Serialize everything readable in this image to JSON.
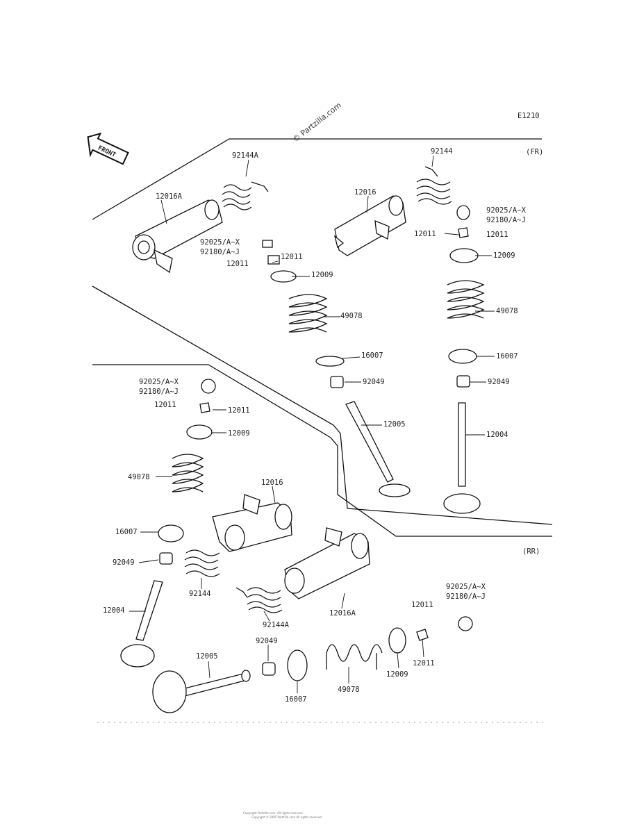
{
  "diagram": {
    "code": "E1210",
    "watermark": "© Partzilla.com",
    "front_label": "FRONT",
    "section_fr": "(FR)",
    "section_rr": "(RR)",
    "footer": {
      "line1": "Copyright Partzilla.com. All rights reserved.",
      "line2": "Copyright © 2005 Partzilla.com All rights reserved."
    },
    "labels": {
      "fr_12016A": "12016A",
      "fr_92144A": "92144A",
      "fr_92025_ax_l": "92025/A~X",
      "fr_92180_aj_l": "92180/A~J",
      "fr_12011_l_a": "12011",
      "fr_12011_l_b": "12011",
      "fr_12009_l": "12009",
      "fr_49078_l": "49078",
      "fr_16007_l": "16007",
      "fr_92049_l": "92049",
      "fr_12005": "12005",
      "fr_12016": "12016",
      "fr_92144": "92144",
      "fr_92025_ax_r": "92025/A~X",
      "fr_92180_aj_r": "92180/A~J",
      "fr_12011_r_a": "12011",
      "fr_12011_r_b": "12011",
      "fr_12009_r": "12009",
      "fr_49078_r": "49078",
      "fr_16007_r": "16007",
      "fr_92049_r": "92049",
      "fr_12004": "12004",
      "rr_92025_ax": "92025/A~X",
      "rr_92180_aj": "92180/A~J",
      "rr_12011_a": "12011",
      "rr_12011_b": "12011",
      "rr_12009": "12009",
      "rr_49078": "49078",
      "rr_16007": "16007",
      "rr_92049": "92049",
      "rr_12004": "12004",
      "rr_12016": "12016",
      "rr_92144": "92144",
      "rr_92144A": "92144A",
      "rr_12016A": "12016A",
      "rr_12005": "12005",
      "rr_92049_b": "92049",
      "rr_16007_b": "16007",
      "rr_49078_b": "49078",
      "rr_12009_b": "12009",
      "rr_12011_c": "12011",
      "rr_12011_d": "12011",
      "rr_92025_ax_b": "92025/A~X",
      "rr_92180_aj_b": "92180/A~J"
    }
  }
}
